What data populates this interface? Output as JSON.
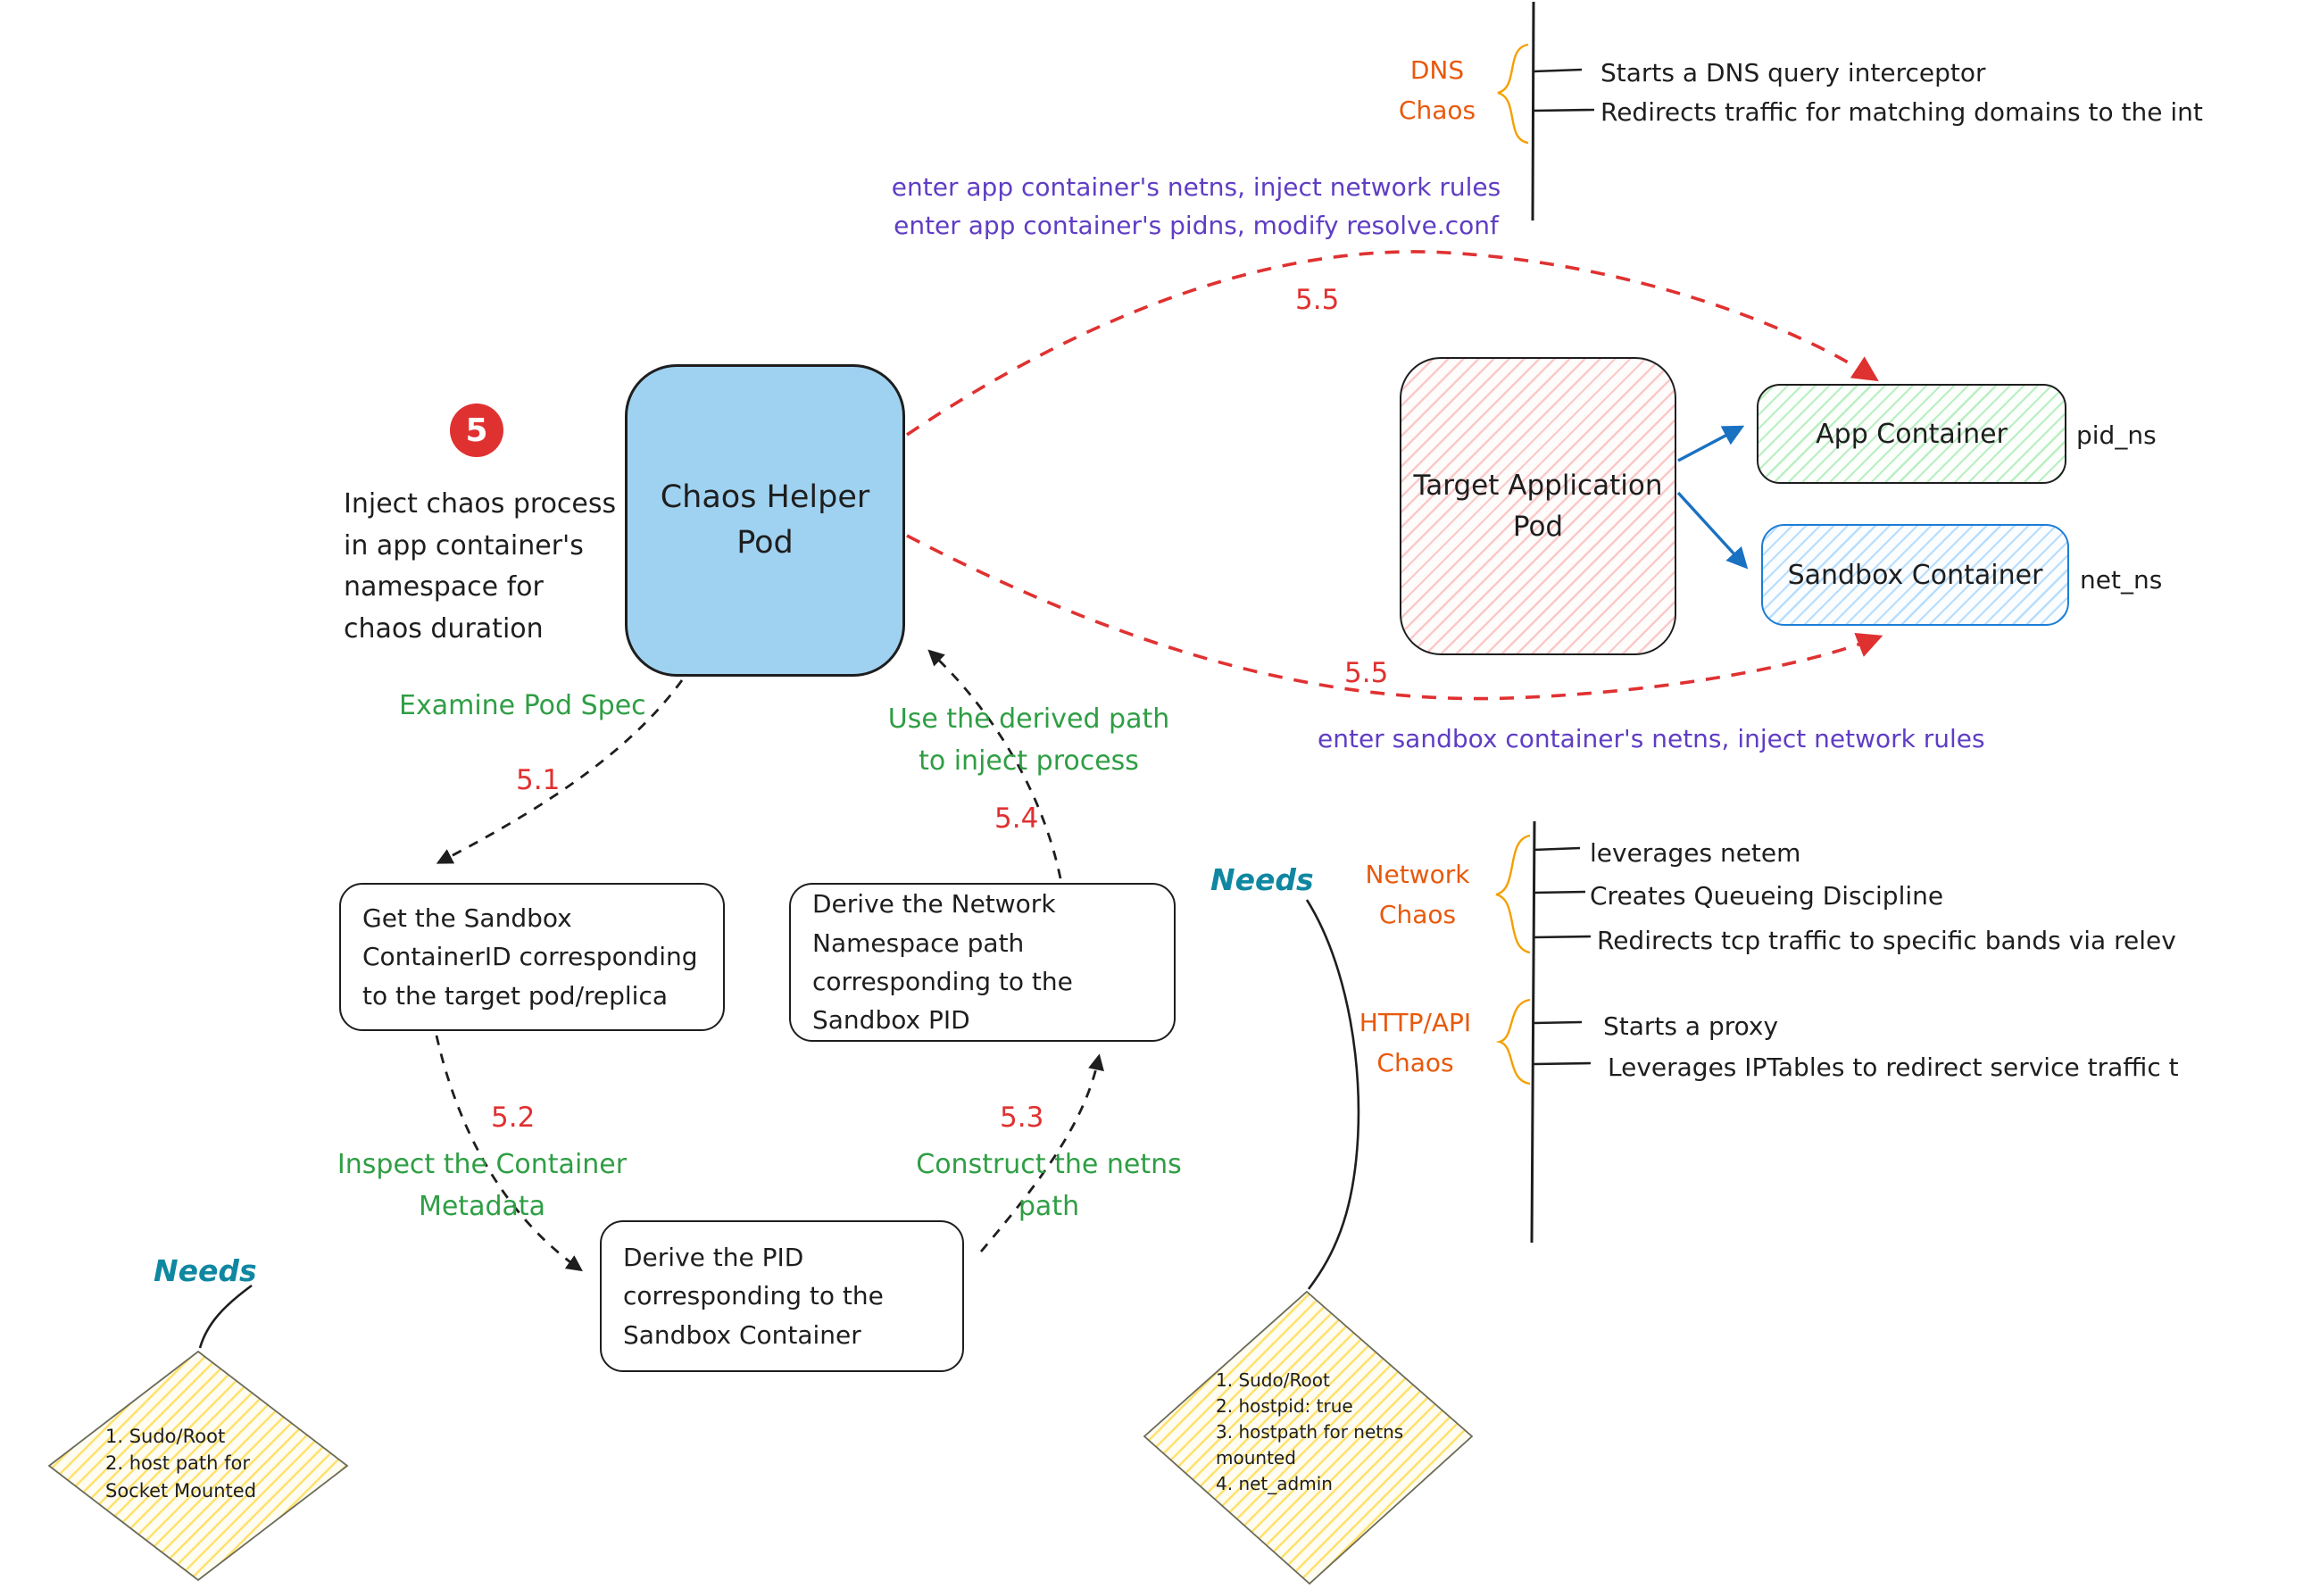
{
  "title_note": {
    "badge": "5",
    "text": "Inject chaos process\nin app container's\nnamespace for\nchaos duration"
  },
  "nodes": {
    "chaos_helper_pod": "Chaos Helper\nPod",
    "target_application_pod": "Target Application\nPod",
    "app_container": "App Container",
    "app_container_ns": "pid_ns",
    "sandbox_container": "Sandbox Container",
    "sandbox_container_ns": "net_ns"
  },
  "flow": {
    "step_5_1": "5.1",
    "step_5_2": "5.2",
    "step_5_3": "5.3",
    "step_5_4": "5.4",
    "step_5_5_top": "5.5",
    "step_5_5_bottom": "5.5",
    "examine_pod_spec": "Examine Pod Spec",
    "inspect_metadata": "Inspect the Container\nMetadata",
    "construct_netns": "Construct the netns\npath",
    "use_derived_path": "Use the derived path\nto inject process",
    "box_get_sandbox_id": "Get the Sandbox\nContainerID corresponding\nto the target pod/replica",
    "box_derive_pid": "Derive the PID\ncorresponding to the\nSandbox Container",
    "box_derive_netns_path": "Derive the Network\nNamespace path\ncorresponding to the\nSandbox PID"
  },
  "annotations": {
    "inject_app": "enter app container's netns, inject network rules\nenter app container's pidns, modify resolve.conf",
    "inject_sandbox": "enter sandbox container's netns, inject network rules"
  },
  "needs": {
    "label_left": "Needs",
    "label_right": "Needs",
    "left_items": "1. Sudo/Root\n2. host path for\nSocket Mounted",
    "right_items": "1. Sudo/Root\n2. hostpid: true\n3. hostpath for netns\nmounted\n4. net_admin"
  },
  "chaos_sections": {
    "dns": {
      "label": "DNS\nChaos",
      "items": [
        "Starts a DNS query interceptor",
        "Redirects traffic for matching domains to the int"
      ]
    },
    "network": {
      "label": "Network\nChaos",
      "items": [
        "leverages netem",
        "Creates Queueing Discipline",
        "Redirects tcp traffic to specific bands via relev"
      ]
    },
    "http": {
      "label": "HTTP/API\nChaos",
      "items": [
        "Starts a proxy",
        "Leverages IPTables to redirect service traffic t"
      ]
    }
  },
  "colors": {
    "red": "#e03131",
    "green": "#2f9e44",
    "purple": "#5f3dc4",
    "orange": "#e8590c",
    "teal": "#0f87a1",
    "blue": "#1971c2",
    "ink": "#1e1e1e"
  }
}
